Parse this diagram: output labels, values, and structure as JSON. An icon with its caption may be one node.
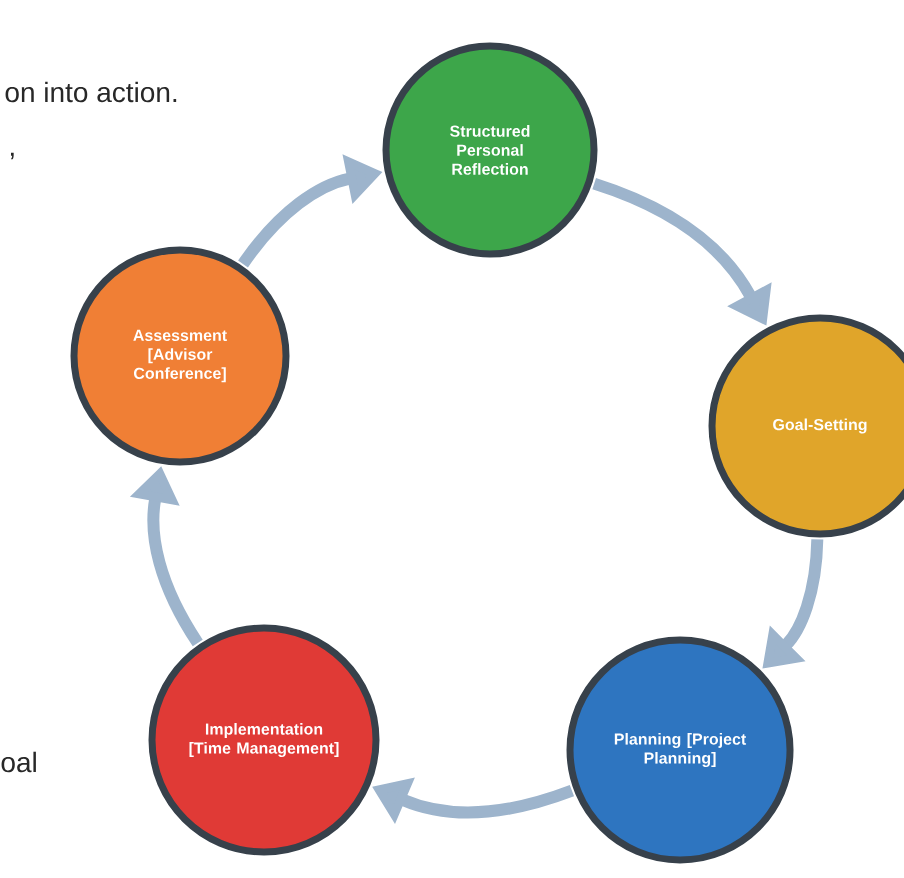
{
  "diagram": {
    "nodes": [
      {
        "text": [
          "Structured Personal Reflection"
        ]
      },
      {
        "text": [
          "Goal-Setting"
        ]
      },
      {
        "text": [
          "Planning [Project Planning]"
        ]
      },
      {
        "text": [
          "Implementation [Time Management]"
        ]
      },
      {
        "text": [
          "Assessment [Advisor Conference]"
        ]
      }
    ],
    "edges": [
      {
        "from": 0,
        "to": 1,
        "arrow": "to"
      },
      {
        "from": 1,
        "to": 2,
        "arrow": "to"
      },
      {
        "from": 2,
        "to": 3,
        "arrow": "to"
      },
      {
        "from": 3,
        "to": 4,
        "arrow": "to"
      },
      {
        "from": 4,
        "to": 0,
        "arrow": "to"
      }
    ],
    "labels": [
      "on into action.",
      ",",
      "oal"
    ]
  }
}
